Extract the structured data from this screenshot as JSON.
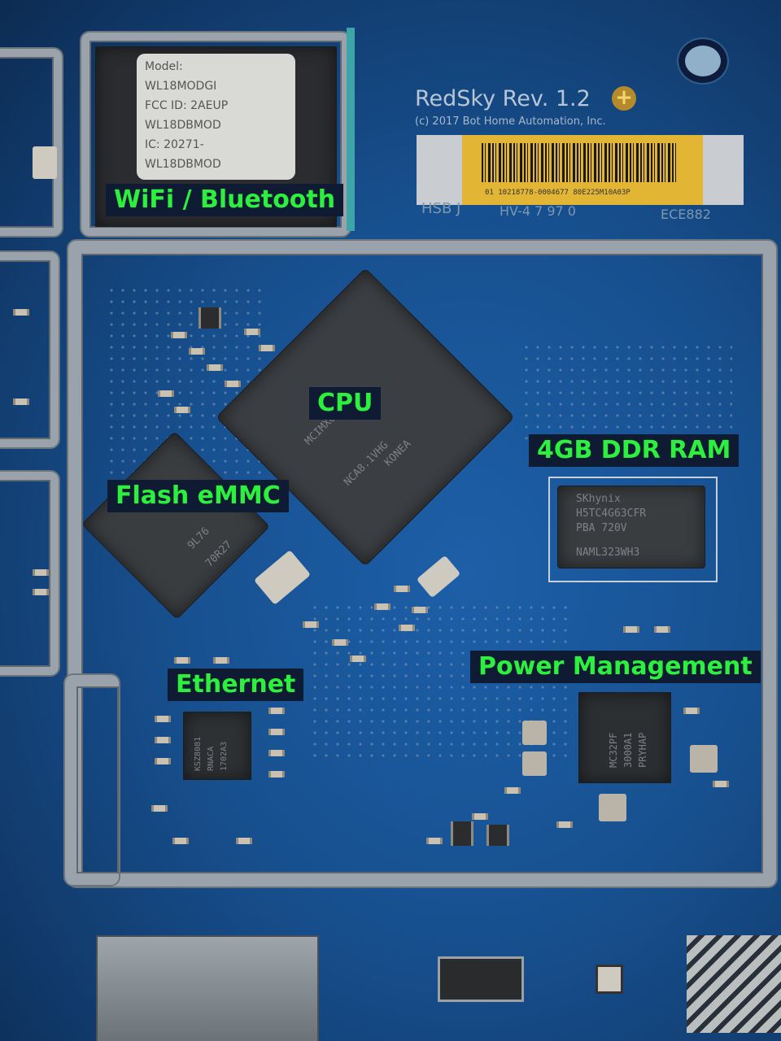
{
  "labels": {
    "wifi": "WiFi / Bluetooth",
    "cpu": "CPU",
    "ram": "4GB DDR RAM",
    "flash": "Flash eMMC",
    "ethernet": "Ethernet",
    "power": "Power Management"
  },
  "silkscreen": {
    "board_rev": "RedSky Rev. 1.2",
    "copyright": "(c) 2017 Bot Home Automation, Inc.",
    "hsb": "HSB J",
    "hv": "HV-4 7 97 0",
    "part_code": "ECE882"
  },
  "barcode_text": "01  10218778-0004677 80E225M10A03P",
  "module_sticker": {
    "line1": "Model:",
    "line2": "WL18MODGI",
    "line3": "FCC ID: 2AEUP",
    "line4": "WL18DBMOD",
    "line5": "IC: 20271-",
    "line6": "WL18DBMOD"
  },
  "chips": {
    "cpu_line1": "MCIMX6Y2DVM",
    "cpu_line2": "NCA8.1VHG",
    "cpu_line3": "KONEA",
    "ram_line1": "SKhynix",
    "ram_line2": "H5TC4G63CFR",
    "ram_line3": "PBA   720V",
    "ram_line4": "NAML323WH3",
    "flash_line1": "9L76",
    "flash_line2": "70R27",
    "eth_line1": "KSZ8081",
    "eth_line2": "RNACA",
    "eth_line3": "1702A3",
    "pmic_line1": "MC32PF",
    "pmic_line2": "3000A1",
    "pmic_line3": "PRYHAP"
  },
  "colors": {
    "label_text": "#2cf03d",
    "label_bg": "#0f1a33",
    "pcb": "#17508f"
  }
}
